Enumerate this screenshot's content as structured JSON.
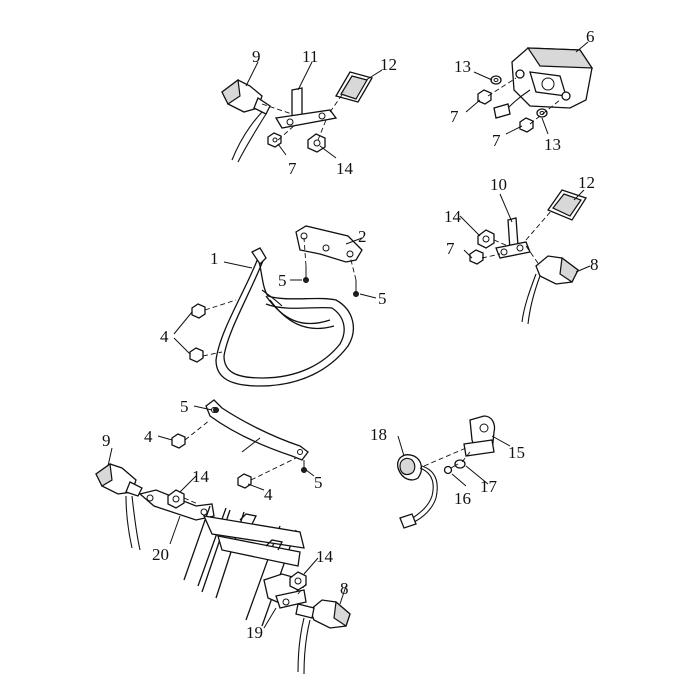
{
  "labels": {
    "p1": "1",
    "p2": "2",
    "p4a": "4",
    "p4b": "4",
    "p4c": "4",
    "p5a": "5",
    "p5b": "5",
    "p5c": "5",
    "p5d": "5",
    "p6": "6",
    "p7a": "7",
    "p7b": "7",
    "p7c": "7",
    "p7d": "7",
    "p8a": "8",
    "p8b": "8",
    "p9a": "9",
    "p9b": "9",
    "p10": "10",
    "p11": "11",
    "p12a": "12",
    "p12b": "12",
    "p13a": "13",
    "p13b": "13",
    "p14a": "14",
    "p14b": "14",
    "p14c": "14",
    "p14d": "14",
    "p15": "15",
    "p16": "16",
    "p17": "17",
    "p18": "18",
    "p19": "19",
    "p20": "20"
  }
}
